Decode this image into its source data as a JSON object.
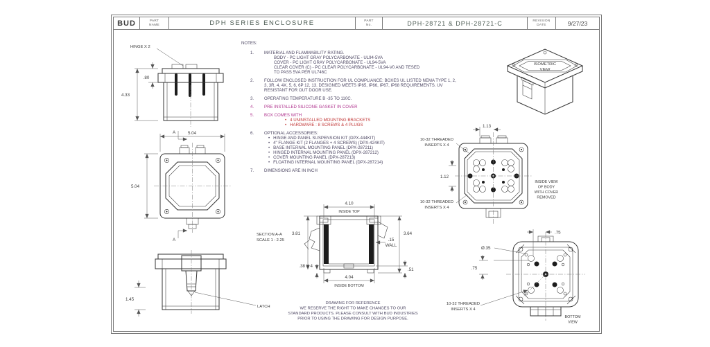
{
  "title_block": {
    "logo": "BUD",
    "part_name_label_top": "PART",
    "part_name_label_bottom": "NAME",
    "part_name": "DPH SERIES ENCLOSURE",
    "part_no_label_top": "PART",
    "part_no_label_bottom": "No.",
    "part_no": "DPH-28721 & DPH-28721-C",
    "revision_label_top": "REVISION",
    "revision_label_bottom": "DATE",
    "revision_date": "9/27/23"
  },
  "notes": {
    "header": "NOTES:",
    "n1": {
      "num": "1.",
      "title": "MATERIAL AND FLAMMABILITY RATING.",
      "sub": [
        "BODY - PC LIGHT GRAY POLYCARBONATE - UL94-5VA",
        "COVER - PC LIGHT GRAY POLYCARBONATE - UL94-5VA",
        "CLEAR COVER (C) - PC CLEAR POLYCARBONATE - UL94-V0 AND TESED",
        "TO PASS 5VA PER UL746C"
      ]
    },
    "n2": {
      "num": "2.",
      "lines": [
        "FOLLOW ENCLOSED INSTRUCTION FOR UL COMPLIANCE: BOXES UL LISTED NEMA TYPE 1, 2,",
        "3, 3R, 4, 4X, 5, 6, 6P 12, 13. DESIGNED MEETS IP65, IP66, IP67, IP68 REQUIREMENTS. UV",
        "RESISTANT FOR OUT DOOR USE."
      ]
    },
    "n3": {
      "num": "3.",
      "title": "OPERATING TEMPERATURE B -35 TO 110C."
    },
    "n4": {
      "num": "4.",
      "title": "PRE INSTALLED SILICONE GASKET IN COVER"
    },
    "n5": {
      "num": "5.",
      "title": "BOX COMES WITH",
      "bullets": [
        "4 UNINSTALLED MOUNTING BRACKETS",
        "HARDWARE : 8 SCREWS & 4 PLUGS"
      ]
    },
    "n6": {
      "num": "6.",
      "title": "OPTIONAL ACCESSORIES:",
      "bullets": [
        "HINGE AND PANEL SUSPENSION KIT  (DPX-444KIT)",
        "4\" FLANGE KIT (2 FLANGES + 4 SCREWS)  (DPX-424KIT)",
        "BASE INTERNAL MOUNTING PANEL  (DPX-287211)",
        "HINGED INTERNAL MOUNTING PANEL  (DPX-287212)",
        "COVER MOUNTING PANEL  (DPX-287213)",
        "FLOATING INTERNAL MOUNTING PANEL  (DPX-287214)"
      ]
    },
    "n7": {
      "num": "7.",
      "title": "DIMENSIONS ARE IN INCH"
    }
  },
  "views": {
    "side_top": {
      "hinge_label": "HINGE X 2",
      "dim_cover": ".80",
      "dim_height": "4.33"
    },
    "front": {
      "dim_width": "5.04",
      "dim_height": "5.04",
      "section_a_top": "A",
      "section_a_bottom": "A"
    },
    "side_bottom": {
      "latch_label": "LATCH",
      "dim_latch": "1.45"
    },
    "section": {
      "title": "SECTION A-A",
      "scale": "SCALE 1 : 2.25",
      "dim_inside_top": "4.10",
      "label_inside_top": "INSIDE TOP",
      "dim_depth_left": "3.81",
      "dim_depth_right": "3.64",
      "dim_wall": ".15",
      "label_wall": "WALL",
      "dim_feet": ".38 X 4",
      "dim_base": ".51",
      "dim_inside_bottom": "4.04",
      "label_inside_bottom": "INSIDE BOTTOM"
    },
    "isometric": {
      "label_line1": "ISOMETRIC",
      "label_line2": "VIEW"
    },
    "inside": {
      "insert_top_line1": "10-32 THREADED",
      "insert_top_line2": "INSERTS X 4",
      "insert_bottom_line1": "10-32 THREADED",
      "insert_bottom_line2": "INSERTS X 4",
      "dim_top": "1.13",
      "dim_left": "1.12",
      "caption_line1": "INSIDE VIEW",
      "caption_line2": "OF BODY",
      "caption_line3": "WITH COVER",
      "caption_line4": "REMOVED"
    },
    "bottom": {
      "dim_top": ".75",
      "dim_left": ".75",
      "dim_dia": "Ø.35",
      "insert_line1": "10-32 THREADED",
      "insert_line2": "INSERTS X 4",
      "caption_line1": "BOTTOM",
      "caption_line2": "VIEW"
    }
  },
  "footer": {
    "line1": "DRAWING FOR REFERENCE",
    "line2": "WE RESERVE THE RIGHT TO MAKE CHANGES TO OUR",
    "line3": "STANDARD PRODUCTS. PLEASE CONSULT WITH BUD INDUSTRIES",
    "line4": "PRIOR TO USING THE DRAWING FOR DESIGN PURPOSE."
  },
  "colors": {
    "note_regular": "#4d4763",
    "note_magenta": "#b0368f",
    "note_red": "#c13535",
    "line": "#333333",
    "title_text": "#4b5a52"
  }
}
